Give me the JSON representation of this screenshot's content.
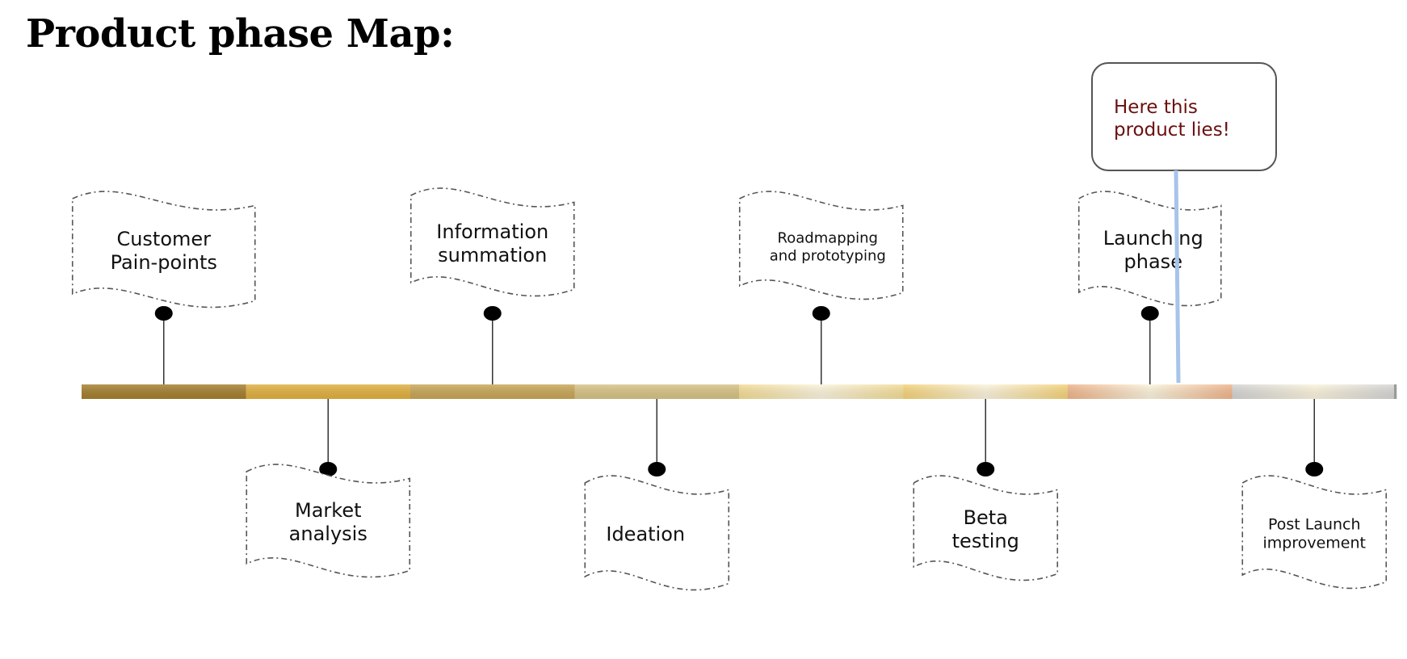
{
  "title": "Product phase Map:",
  "callout": {
    "lines": [
      "Here this",
      "product lies!"
    ]
  },
  "phases": [
    {
      "lines": [
        "Customer",
        "Pain-points"
      ],
      "position": "top",
      "color": "#a47f2e"
    },
    {
      "lines": [
        "Market",
        "analysis"
      ],
      "position": "bottom",
      "color": "#e0b040"
    },
    {
      "lines": [
        "Information",
        "summation"
      ],
      "position": "top",
      "color": "#c8a657"
    },
    {
      "lines": [
        "Ideation"
      ],
      "position": "bottom",
      "color": "#d7c386"
    },
    {
      "lines": [
        "Roadmapping",
        "and prototyping"
      ],
      "position": "top",
      "color": "#f3dc95"
    },
    {
      "lines": [
        "Beta",
        "testing"
      ],
      "position": "bottom",
      "color": "#f4d277"
    },
    {
      "lines": [
        "Launching",
        "phase"
      ],
      "position": "top",
      "color": "#efb48a"
    },
    {
      "lines": [
        "Post Launch",
        "improvement"
      ],
      "position": "bottom",
      "color": "#d4d4d4"
    }
  ],
  "colors": {
    "pin": "#000000",
    "flag_border": "#555555",
    "callout_text": "#6b0f0f",
    "pointer": "#a7c4ea"
  }
}
